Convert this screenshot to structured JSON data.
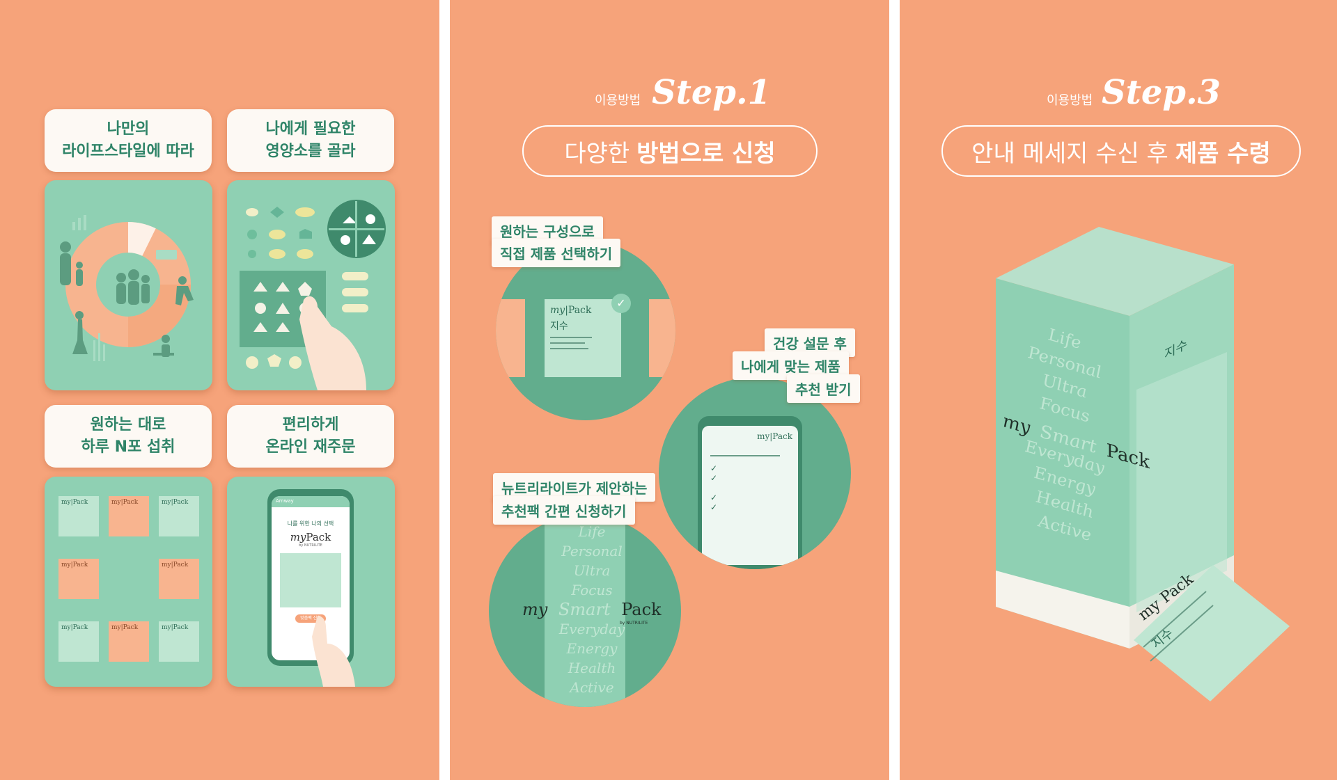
{
  "panel1": {
    "labels": [
      "나만의\n라이프스타일에 따라",
      "나에게 필요한\n영양소를 골라",
      "원하는 대로\n하루 N포 섭취",
      "편리하게\n온라인 재주문"
    ],
    "phone": {
      "brand": "Amway",
      "subtitle": "나를 위한 나의 선택",
      "logo_my": "my",
      "logo_pack": "Pack",
      "logo_by": "by NUTRILITE",
      "button": "맞춤팩 신청"
    },
    "pack_label": "my|Pack"
  },
  "panel2": {
    "kicker": "이용방법",
    "step": "Step.1",
    "pill_light": "다양한",
    "pill_bold": "방법으로 신청",
    "tag1_line1": "원하는 구성으로",
    "tag1_line2": "직접 제품 선택하기",
    "tag2_line1": "건강 설문 후",
    "tag2_line2": "나에게 맞는 제품",
    "tag2_line3": "추천 받기",
    "tag3_line1": "뉴트리라이트가 제안하는",
    "tag3_line2": "추천팩 간편 신청하기",
    "pack_my": "my",
    "pack_pack": "Pack",
    "pack_name": "지수",
    "phone_logo": "my|Pack",
    "words": [
      "Life",
      "Personal",
      "Ultra",
      "Focus",
      "Everyday",
      "Energy",
      "Health",
      "Active"
    ],
    "smart_my": "my",
    "smart_smart": "Smart",
    "smart_pack": "Pack",
    "smart_by": "by NUTRILITE"
  },
  "panel3": {
    "kicker": "이용방법",
    "step": "Step.3",
    "pill_light": "안내 메세지 수신 후",
    "pill_bold": "제품 수령",
    "box_name": "지수",
    "box_my": "my",
    "box_smart": "Smart",
    "box_pack": "Pack",
    "box_words": [
      "Life",
      "Personal",
      "Ultra",
      "Focus",
      "Everyday",
      "Energy",
      "Health",
      "Active"
    ],
    "sachet_label": "my Pack",
    "sachet_name": "지수"
  },
  "colors": {
    "background": "#f6a37a",
    "mint": "#8fd0b3",
    "green_text": "#2f8468",
    "cream": "#fdf9f4"
  }
}
